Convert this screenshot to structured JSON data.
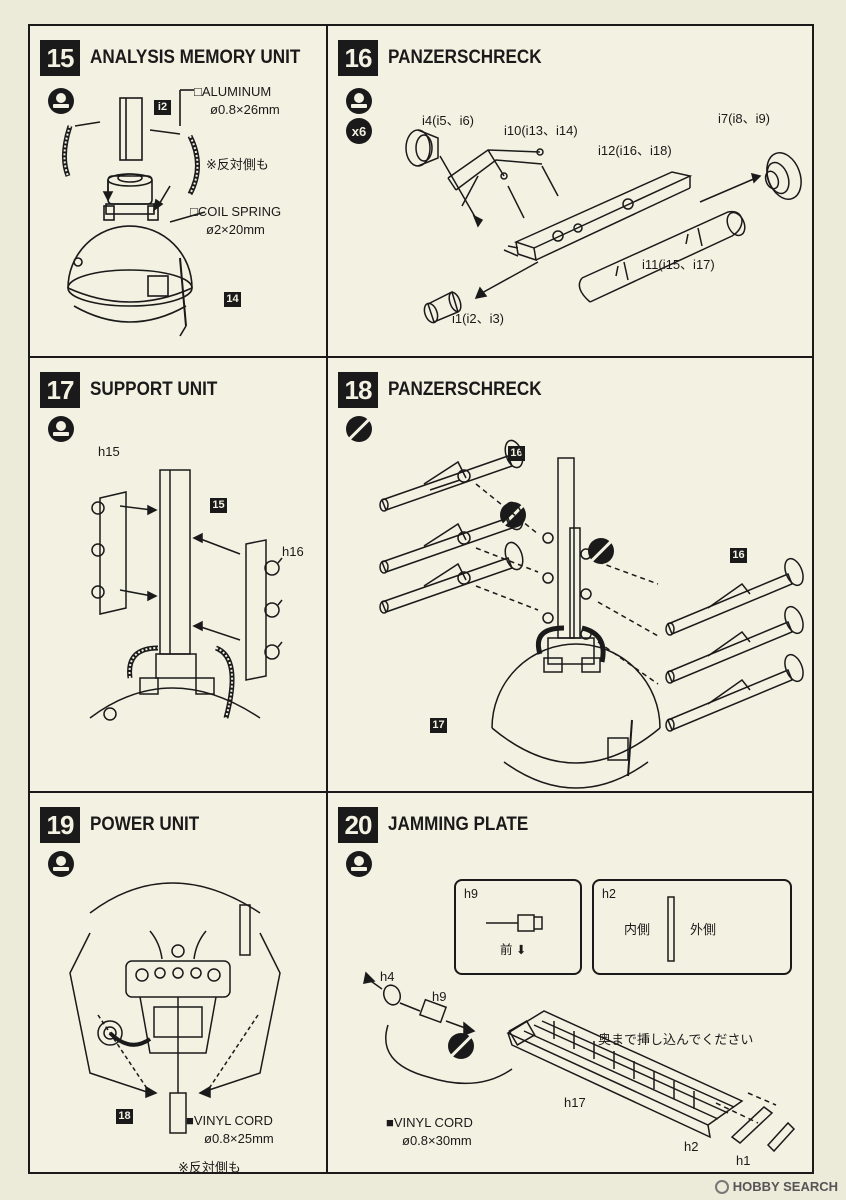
{
  "steps": {
    "s15": {
      "num": "15",
      "title": "ANALYSIS MEMORY UNIT",
      "material1_symbol": "□",
      "material1_name": "ALUMINUM",
      "material1_size": "ø0.8×26mm",
      "material2_symbol": "□",
      "material2_name": "COIL SPRING",
      "material2_size": "ø2×20mm",
      "note": "※反対側も",
      "ref_top": "i2",
      "ref_step": "14"
    },
    "s16": {
      "num": "16",
      "title": "PANZERSCHRECK",
      "multiplier": "x6",
      "parts": {
        "a": "i4(i5、i6)",
        "b": "i10(i13、i14)",
        "c": "i12(i16、i18)",
        "d": "i7(i8、i9)",
        "e": "i11(i15、i17)",
        "f": "i1(i2、i3)"
      }
    },
    "s17": {
      "num": "17",
      "title": "SUPPORT UNIT",
      "part_left": "h15",
      "part_right": "h16",
      "ref_step": "15"
    },
    "s18": {
      "num": "18",
      "title": "PANZERSCHRECK",
      "ref_step_a": "16",
      "ref_step_b": "16",
      "ref_step_c": "17"
    },
    "s19": {
      "num": "19",
      "title": "POWER UNIT",
      "material_symbol": "■",
      "material_name": "VINYL CORD",
      "material_size": "ø0.8×25mm",
      "note": "※反対側も",
      "ref_step": "18"
    },
    "s20": {
      "num": "20",
      "title": "JAMMING PLATE",
      "detail1_part": "h9",
      "detail1_text": "前",
      "detail2_part": "h2",
      "detail2_inner": "内側",
      "detail2_outer": "外側",
      "part_h4": "h4",
      "part_h9": "h9",
      "part_h17": "h17",
      "part_h2": "h2",
      "part_h1": "h1",
      "instruction": "奥まで挿し込んでください",
      "material_symbol": "■",
      "material_name": "VINYL CORD",
      "material_size": "ø0.8×30mm"
    }
  },
  "watermark": "HOBBY SEARCH",
  "colors": {
    "background": "#ecead9",
    "ink": "#1a1a1a",
    "paper": "#f3f1e2"
  }
}
